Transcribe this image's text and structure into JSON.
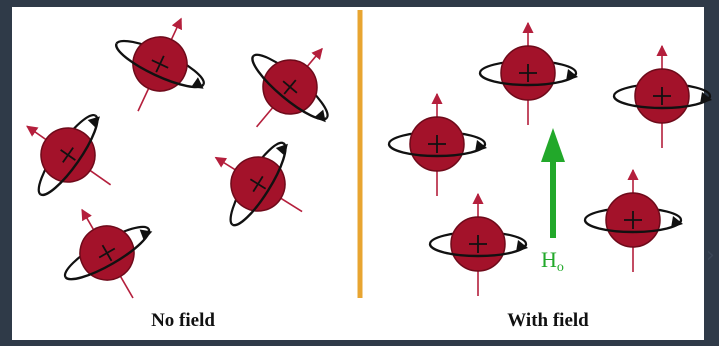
{
  "panels": {
    "left": {
      "caption": "No field"
    },
    "right": {
      "caption": "With field"
    }
  },
  "field_label": {
    "main": "H",
    "subscript": "o"
  },
  "colors": {
    "background": "#2f3a48",
    "panel": "#ffffff",
    "proton_fill": "#a3122a",
    "proton_edge": "#6e0a1a",
    "spin_axis": "#b41f3c",
    "divider": "#e8a531",
    "field_arrow": "#22a82a",
    "orbit": "#111111"
  },
  "icons": [
    "proton-spin-icon",
    "field-arrow-icon",
    "chevron-right-icon"
  ]
}
